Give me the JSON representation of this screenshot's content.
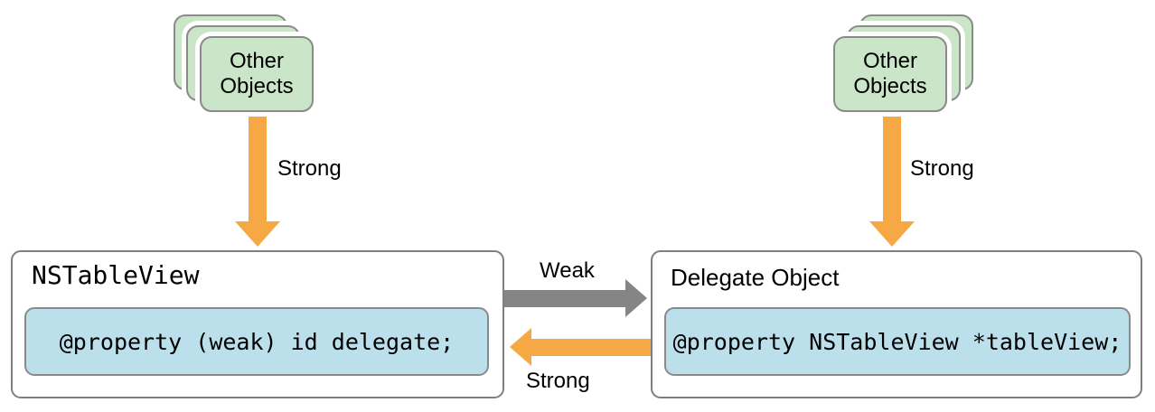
{
  "colors": {
    "strong_arrow_orange": "#f5a843",
    "weak_arrow_gray": "#858585",
    "card_green": "#cbe5c8",
    "code_blue": "#bce0eb",
    "box_border_gray": "#7f7f7f"
  },
  "left_stack": {
    "line1": "Other",
    "line2": "Objects"
  },
  "right_stack": {
    "line1": "Other",
    "line2": "Objects"
  },
  "arrows": {
    "left_down_label": "Strong",
    "right_down_label": "Strong",
    "weak_label": "Weak",
    "strong_back_label": "Strong"
  },
  "left_box": {
    "title": "NSTableView",
    "code": "@property (weak) id delegate;"
  },
  "right_box": {
    "title": "Delegate Object",
    "code": "@property NSTableView *tableView;"
  }
}
